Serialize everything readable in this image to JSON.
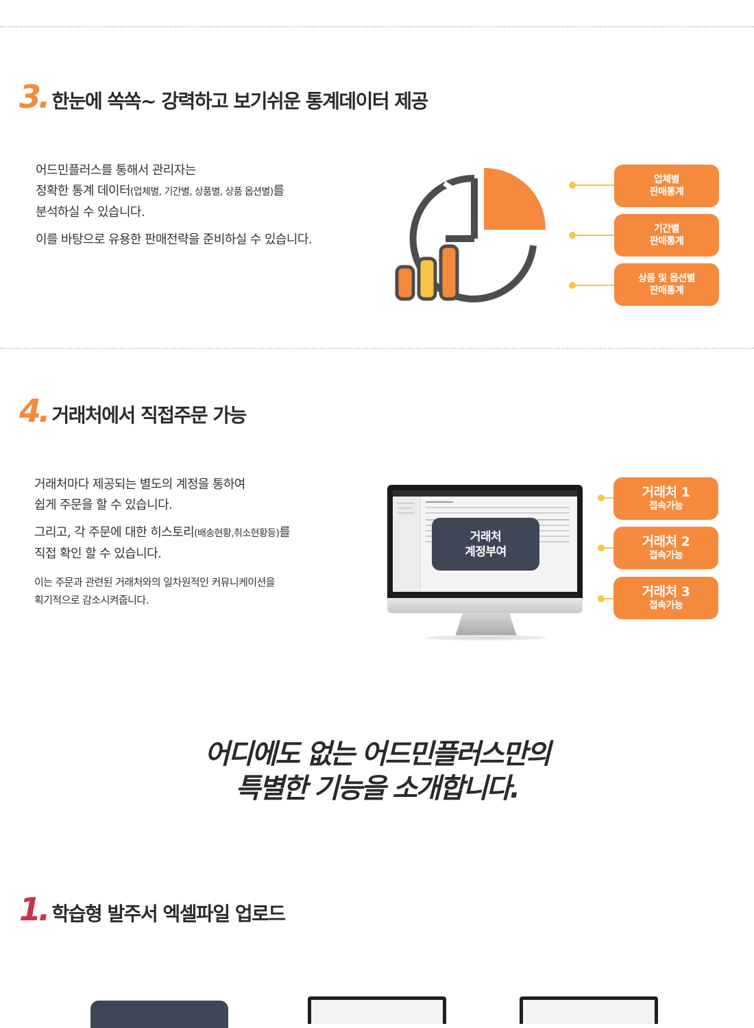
{
  "section3": {
    "number": "3.",
    "title": "한눈에 쏙쏙~ 강력하고 보기쉬운 통계데이터 제공",
    "para1_line1": "어드민플러스를 통해서 관리자는",
    "para1_line2_a": "정확한 통계 데이터",
    "para1_line2_small": "(업체별, 기간별, 상품별, 상품 옵션별)",
    "para1_line2_b": "를",
    "para1_line3": "분석하실 수 있습니다.",
    "para2": "이를 바탕으로 유용한 판매전략을 준비하실 수 있습니다.",
    "pills": [
      {
        "line1": "업체별",
        "line2": "판매통계"
      },
      {
        "line1": "기간별",
        "line2": "판매통계"
      },
      {
        "line1": "상품 및 옵션별",
        "line2": "판매통계"
      }
    ],
    "colors": {
      "orange": "#f5893c",
      "yellow": "#f7c544",
      "gray": "#4d4d4d"
    }
  },
  "section4": {
    "number": "4.",
    "title": "거래처에서 직접주문 가능",
    "para1_line1": "거래처마다 제공되는 별도의 계정을 통하여",
    "para1_line2": "쉽게 주문을 할 수 있습니다.",
    "para2_line1_a": "그리고, 각 주문에 대한 히스토리",
    "para2_line1_small": "(배송현황,취소현황등)",
    "para2_line1_b": "를",
    "para2_line2": "직접 확인 할 수 있습니다.",
    "para3_line1": "이는 주문과 관련된 거래처와의 일차원적인 커뮤니케이션을",
    "para3_line2": "획기적으로 감소시켜줍니다.",
    "overlay_line1": "거래처",
    "overlay_line2": "계정부여",
    "pills": [
      {
        "line1": "거래처 1",
        "line2": "접속가능"
      },
      {
        "line1": "거래처 2",
        "line2": "접속가능"
      },
      {
        "line1": "거래처 3",
        "line2": "접속가능"
      }
    ]
  },
  "headline": {
    "line1": "어디에도 없는 어드민플러스만의",
    "line2": "특별한 기능을 소개합니다."
  },
  "feature1": {
    "number": "1.",
    "title": "학습형 발주서 엑셀파일 업로드",
    "color": "#c8344f"
  }
}
